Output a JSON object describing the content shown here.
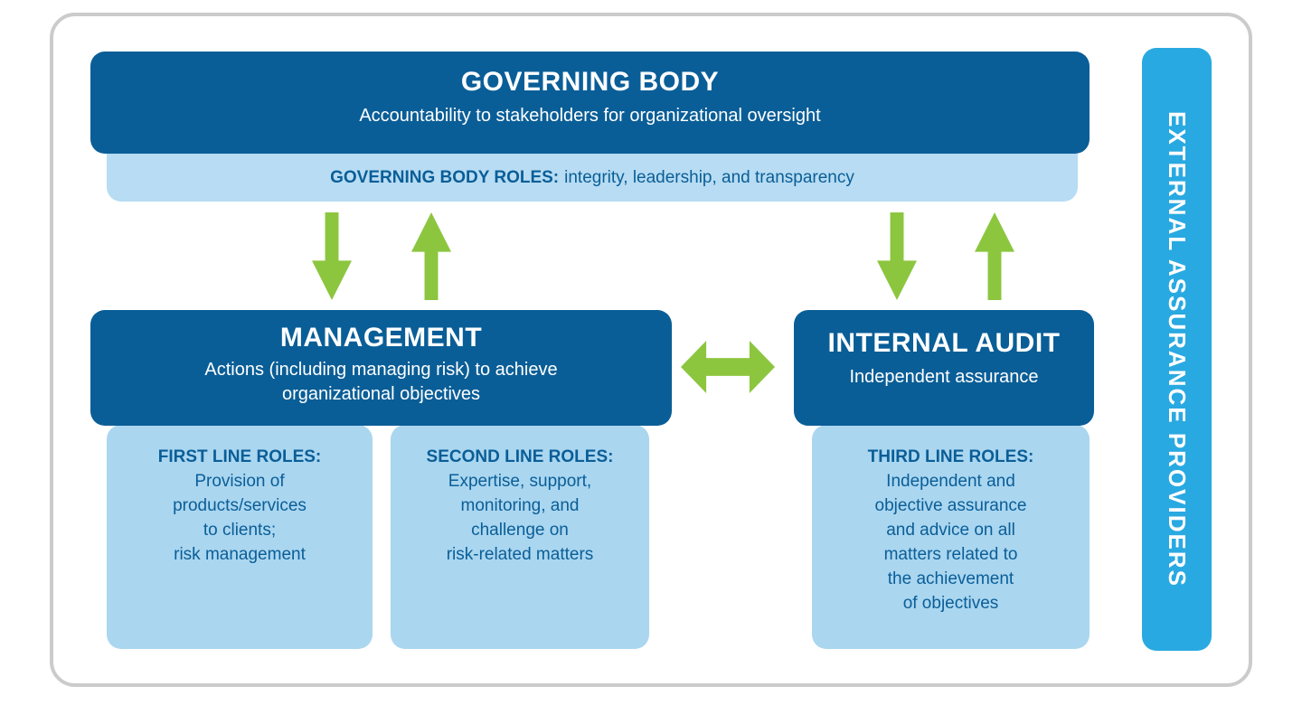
{
  "colors": {
    "dark_blue": "#0A5E97",
    "light_blue": "#AAD6F0",
    "lighter_blue": "#B7DCF3",
    "bright_blue": "#29A9E1",
    "arrow_green": "#8CC63F",
    "frame_border_gray": "#CBCBCB"
  },
  "governing_body": {
    "title": "GOVERNING BODY",
    "subtitle": "Accountability to stakeholders for organizational oversight"
  },
  "governing_roles": {
    "label_bold": "GOVERNING BODY ROLES:",
    "label_rest": "integrity, leadership, and transparency"
  },
  "management": {
    "title": "MANAGEMENT",
    "subtitle_line1": "Actions (including managing risk) to achieve",
    "subtitle_line2": "organizational objectives"
  },
  "internal_audit": {
    "title": "INTERNAL AUDIT",
    "subtitle": "Independent assurance"
  },
  "first_line": {
    "heading": "FIRST LINE ROLES:",
    "lines": [
      "Provision of",
      "products/services",
      "to clients;",
      "risk management"
    ]
  },
  "second_line": {
    "heading": "SECOND LINE ROLES:",
    "lines": [
      "Expertise, support,",
      "monitoring, and",
      "challenge on",
      "risk-related matters"
    ]
  },
  "third_line": {
    "heading": "THIRD LINE ROLES:",
    "lines": [
      "Independent and",
      "objective assurance",
      "and advice on all",
      "matters related to",
      "the achievement",
      "of objectives"
    ]
  },
  "external_bar": {
    "label": "EXTERNAL ASSURANCE PROVIDERS"
  }
}
